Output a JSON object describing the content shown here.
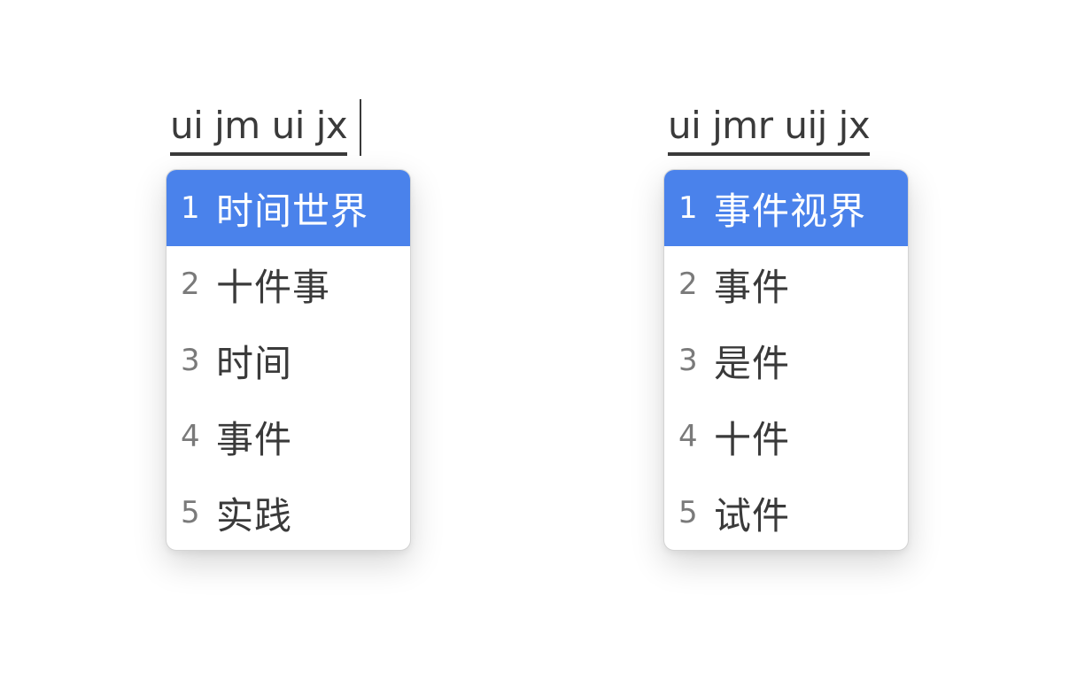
{
  "colors": {
    "selected_background": "#4a82eb",
    "selected_text": "#ffffff",
    "text": "#3a3a3a",
    "index_text": "#7a7a7a"
  },
  "left": {
    "composition": "ui jm ui jx",
    "candidates": [
      {
        "index": "1",
        "text": "时间世界"
      },
      {
        "index": "2",
        "text": "十件事"
      },
      {
        "index": "3",
        "text": "时间"
      },
      {
        "index": "4",
        "text": "事件"
      },
      {
        "index": "5",
        "text": "实践"
      }
    ]
  },
  "right": {
    "composition": "ui jmr uij jx",
    "candidates": [
      {
        "index": "1",
        "text": "事件视界"
      },
      {
        "index": "2",
        "text": "事件"
      },
      {
        "index": "3",
        "text": "是件"
      },
      {
        "index": "4",
        "text": "十件"
      },
      {
        "index": "5",
        "text": "试件"
      }
    ]
  }
}
